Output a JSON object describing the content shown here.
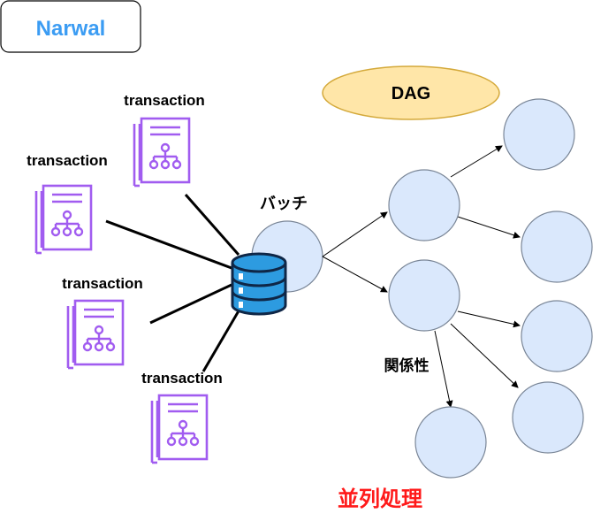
{
  "title": "Narwal",
  "dag_label": "DAG",
  "batch_label": "バッチ",
  "relation_label": "関係性",
  "parallel_label": "並列処理",
  "transaction_labels": [
    "transaction",
    "transaction",
    "transaction",
    "transaction"
  ],
  "colors": {
    "title_text": "#3b9cf3",
    "doc_icon": "#a15cf0",
    "node_fill": "#dae8fc",
    "node_stroke": "#7a8697",
    "dag_fill": "#ffe6a8",
    "dag_stroke": "#d4a93a",
    "db_fill": "#2d9be0",
    "db_stroke": "#0f2747",
    "parallel_text": "#ff1a1a"
  }
}
